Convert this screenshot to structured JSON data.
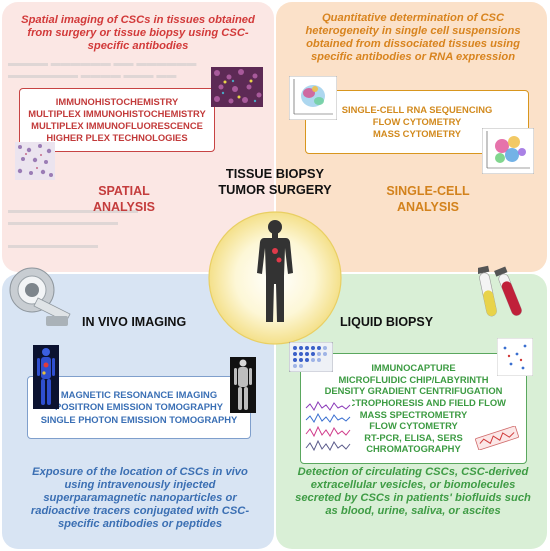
{
  "center": {
    "line1": "TISSUE BIOPSY",
    "line2": "TUMOR SURGERY"
  },
  "spatial": {
    "description": "Spatial imaging of CSCs in tissues obtained from surgery or tissue biopsy using CSC-specific antibodies",
    "techniques": [
      "IMMUNOHISTOCHEMISTRY",
      "MULTIPLEX IMMUNOHISTOCHEMISTRY",
      "MULTIPLEX IMMUNOFLUORESCENCE",
      "HIGHER PLEX TECHNOLOGIES"
    ],
    "heading_line1": "SPATIAL",
    "heading_line2": "ANALYSIS",
    "color": "#d23a3a"
  },
  "single_cell": {
    "description": "Quantitative determination of CSC heterogeneity in single cell suspensions obtained from dissociated tissues using specific antibodies or RNA expression",
    "techniques": [
      "SINGLE-CELL RNA SEQUENCING",
      "FLOW CYTOMETRY",
      "MASS CYTOMETRY"
    ],
    "heading_line1": "SINGLE-CELL",
    "heading_line2": "ANALYSIS",
    "color": "#d8841f"
  },
  "in_vivo": {
    "heading": "IN VIVO IMAGING",
    "techniques": [
      "MAGNETIC RESONANCE IMAGING",
      "POSITRON EMISSION TOMOGRAPHY",
      "SINGLE PHOTON EMISSION TOMOGRAPHY"
    ],
    "description": "Exposure of the location of CSCs in vivo using intravenously injected superparamagnetic nanoparticles or radioactive tracers conjugated with CSC-specific antibodies or peptides",
    "color": "#3b6fb3"
  },
  "liquid_biopsy": {
    "heading": "LIQUID BIOPSY",
    "techniques": [
      "IMMUNOCAPTURE",
      "MICROFLUIDIC CHIP/LABYRINTH",
      "DENSITY GRADIENT CENTRIFUGATION",
      "DIELECTROPHORESIS AND FIELD FLOW",
      "MASS SPECTROMETRY",
      "FLOW CYTOMETRY",
      "RT-PCR, ELISA, SERS",
      "CHROMATOGRAPHY"
    ],
    "description": "Detection of circulating CSCs, CSC-derived extracellular vesicles, or biomolecules secreted by CSCs in patients' biofluids such as blood, urine, saliva, or ascites",
    "color": "#3f9c45"
  },
  "icons": [
    "histology-image-icon",
    "tissue-section-icon",
    "tsne-plot-icon",
    "cluster-plot-icon",
    "mri-scanner-icon",
    "pet-body-scan-icon",
    "mri-body-scan-icon",
    "blood-tubes-icon",
    "microplate-icon",
    "dot-blot-icon",
    "spectrum-chart-icon",
    "microfluidic-chip-icon",
    "human-figure-icon"
  ]
}
